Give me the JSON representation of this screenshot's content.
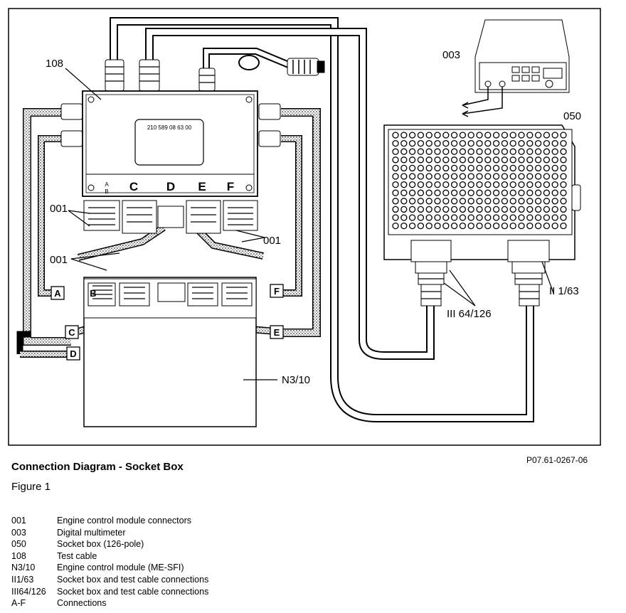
{
  "diagram": {
    "labels": {
      "test_cable": "108",
      "multimeter": "003",
      "socket_box": "050",
      "ecm_connectors_left_top": "001",
      "ecm_connectors_left_bottom": "001",
      "ecm_connectors_right": "001",
      "ecm": "N3/10",
      "conn_socket_box_3": "III 64/126",
      "conn_socket_box_2": "II 1/63",
      "plate_code": "210 589 08 63 00"
    },
    "connections": [
      "A",
      "B",
      "C",
      "D",
      "E",
      "F"
    ],
    "box_connections": [
      "C",
      "D",
      "E",
      "F"
    ]
  },
  "caption": {
    "title": "Connection Diagram - Socket Box",
    "figure": "Figure 1",
    "reference": "P07.61-0267-06"
  },
  "legend": [
    {
      "code": "001",
      "text": "Engine control module connectors"
    },
    {
      "code": "003",
      "text": "Digital multimeter"
    },
    {
      "code": "050",
      "text": "Socket box (126-pole)"
    },
    {
      "code": "108",
      "text": "Test cable"
    },
    {
      "code": "N3/10",
      "text": "Engine control module (ME-SFI)"
    },
    {
      "code": "II1/63",
      "text": "Socket box and test cable connections"
    },
    {
      "code": "III64/126",
      "text": "Socket box and test cable connections"
    },
    {
      "code": "A-F",
      "text": "Connections"
    }
  ]
}
